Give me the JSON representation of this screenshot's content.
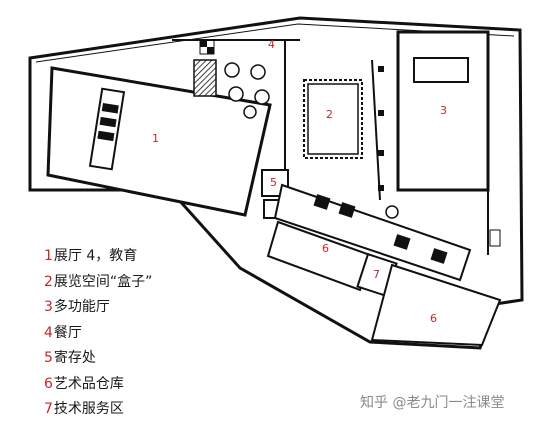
{
  "room_labels": [
    {
      "id": "r1",
      "text": "1"
    },
    {
      "id": "r2",
      "text": "2"
    },
    {
      "id": "r3",
      "text": "3"
    },
    {
      "id": "r4",
      "text": "4"
    },
    {
      "id": "r5",
      "text": "5"
    },
    {
      "id": "r6a",
      "text": "6"
    },
    {
      "id": "r6b",
      "text": "6"
    },
    {
      "id": "r7",
      "text": "7"
    }
  ],
  "legend": [
    {
      "num": "1",
      "text": "展厅 4，教育"
    },
    {
      "num": "2",
      "text": "展览空间“盒子”"
    },
    {
      "num": "3",
      "text": "多功能厅"
    },
    {
      "num": "4",
      "text": "餐厅"
    },
    {
      "num": "5",
      "text": "寄存处"
    },
    {
      "num": "6",
      "text": "艺术品仓库"
    },
    {
      "num": "7",
      "text": "技术服务区"
    }
  ],
  "watermark": "知乎 @老九门一注课堂",
  "colors": {
    "label_red": "#c0282d",
    "wall": "#111111"
  }
}
